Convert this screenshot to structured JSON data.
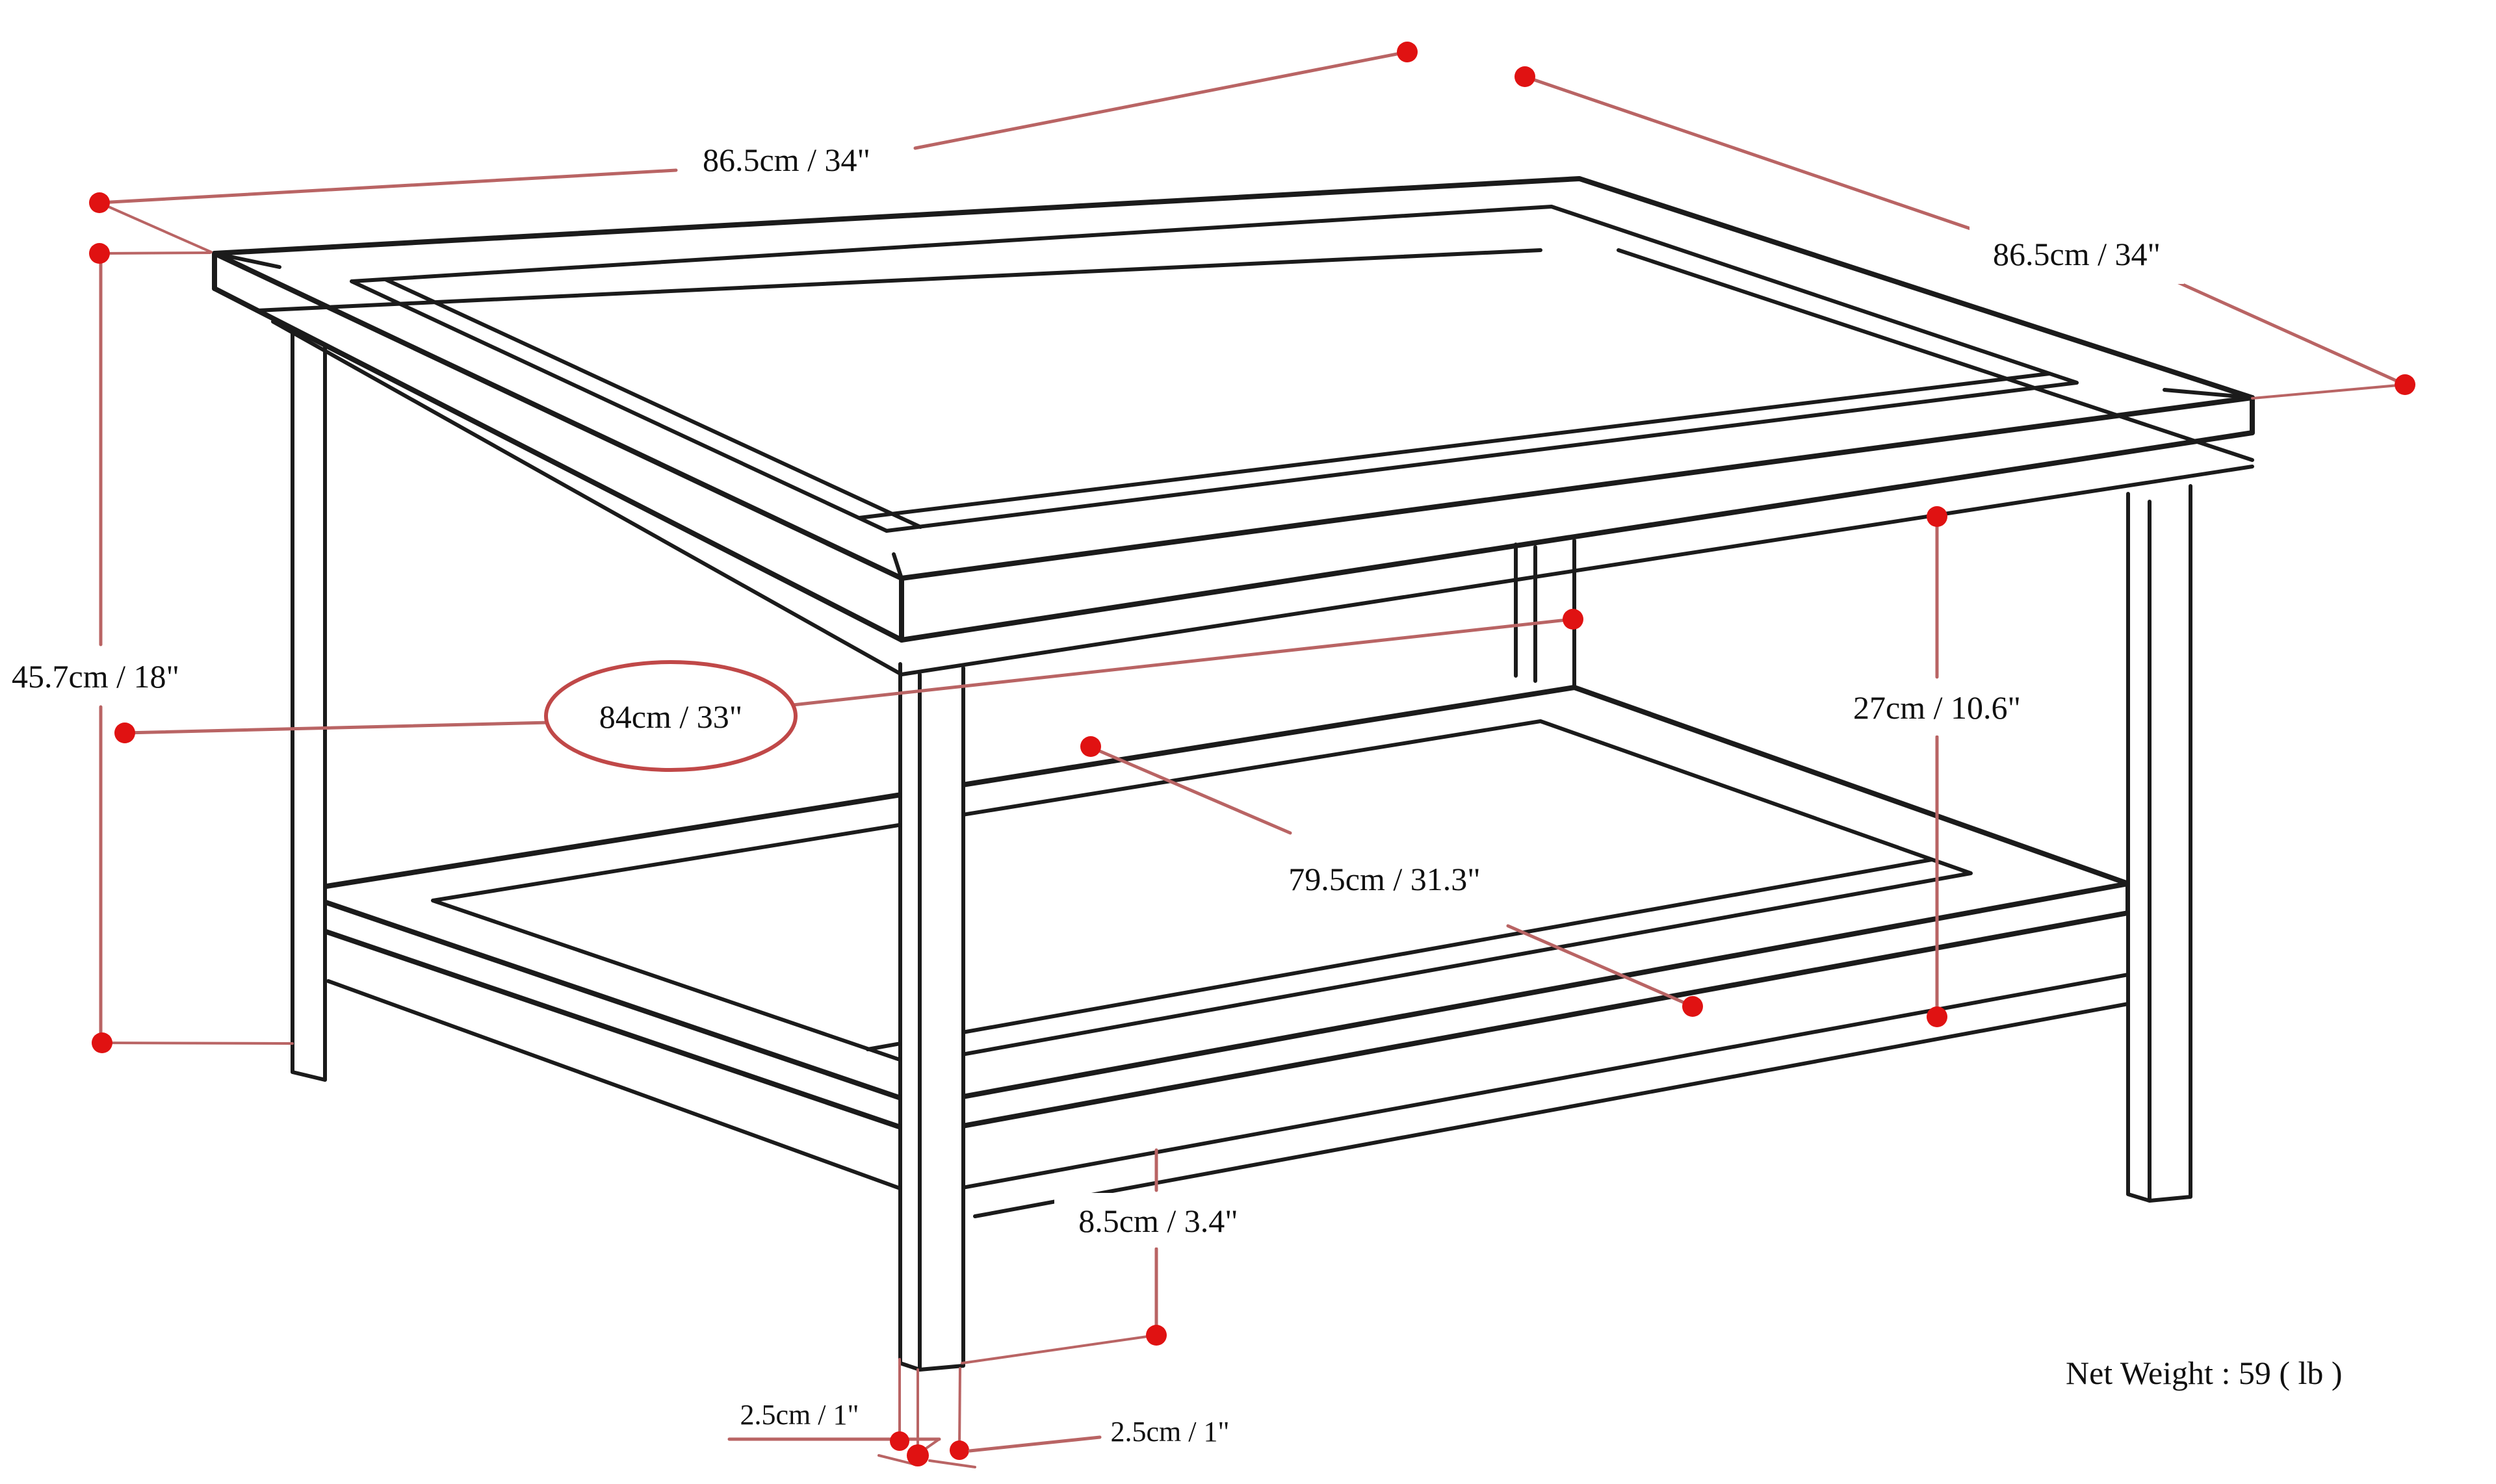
{
  "diagram": {
    "type": "furniture-dimension-drawing",
    "subject": "square coffee table with lower shelf",
    "dimensions": {
      "top_width": "86.5cm / 34\"",
      "top_depth": "86.5cm / 34\"",
      "overall_height": "45.7cm / 18\"",
      "inner_clearance_width": "84cm / 33\"",
      "top_to_shelf_clearance": "27cm / 10.6\"",
      "shelf_span": "79.5cm / 31.3\"",
      "shelf_base_height": "8.5cm / 3.4\"",
      "leg_thickness_left": "2.5cm / 1\"",
      "leg_thickness_right": "2.5cm / 1\""
    },
    "net_weight": "Net Weight : 59 ( lb )",
    "colors": {
      "dimension_line": "#b96464",
      "dimension_dot": "#e01212",
      "line_art": "#1b1b1b",
      "background": "#ffffff"
    }
  }
}
